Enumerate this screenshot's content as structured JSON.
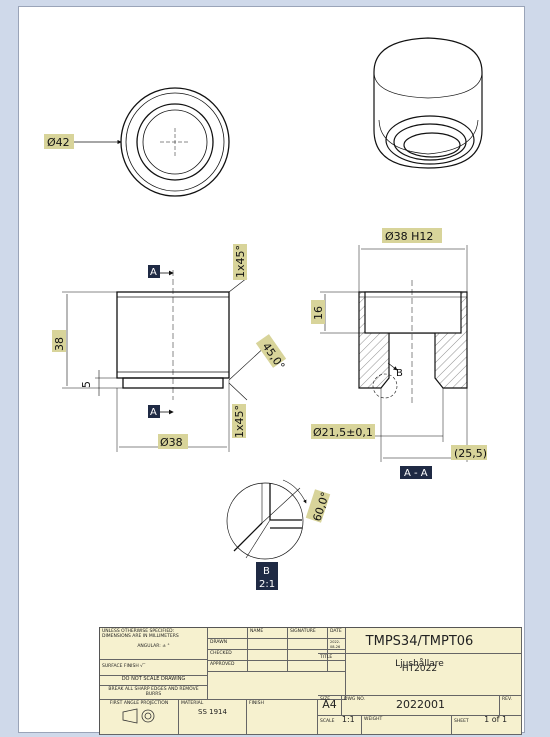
{
  "dimensions": {
    "diameter_top": "Ø42",
    "bore": "Ø38 H12",
    "height": "38",
    "chamfer_top": "1x45°",
    "chamfer_bottom": "1x45°",
    "groove": "5",
    "outer_diameter": "Ø38",
    "angle_45": "45,0°",
    "depth_16": "16",
    "hole_diameter": "Ø21,5±0,1",
    "ref_25": "(25,5)",
    "angle_60": "60,0°"
  },
  "labels": {
    "section_a_top": "A",
    "section_a_bottom": "A",
    "detail_b_marker": "B",
    "section_view": "A - A",
    "detail_view_letter": "B",
    "detail_view_scale": "2:1"
  },
  "title_block": {
    "notes": {
      "unless": "UNLESS OTHERWISE SPECIFIED:",
      "dims_mm": "DIMENSIONS ARE IN MILLIMETERS",
      "angular": "ANGULAR: ± °",
      "surface_finish": "SURFACE FINISH",
      "do_not_scale": "DO NOT SCALE DRAWING",
      "break_edges": "BREAK ALL SHARP EDGES AND REMOVE BURRS",
      "projection": "FIRST ANGLE PROJECTION"
    },
    "headers": {
      "name": "NAME",
      "signature": "SIGNATURE",
      "date": "DATE"
    },
    "rows": {
      "drawn": "DRAWN",
      "checked": "CHECKED",
      "approved": "APPROVED"
    },
    "drawn_date": "2022-08-26",
    "material_label": "MATERIAL",
    "material": "SS 1914",
    "finish_label": "FINISH",
    "project": "TMPS34/TMPT06",
    "title_label": "TITLE",
    "title_line1": "Ljushållare",
    "title_line2": "HT2022",
    "size_label": "SIZE",
    "size": "A4",
    "dwg_no_label": "DWG NO.",
    "dwg_no": "2022001",
    "rev_label": "REV.",
    "scale_label": "SCALE",
    "scale": "1:1",
    "weight_label": "WEIGHT",
    "sheet_label": "SHEET",
    "sheet": "1 of 1"
  }
}
